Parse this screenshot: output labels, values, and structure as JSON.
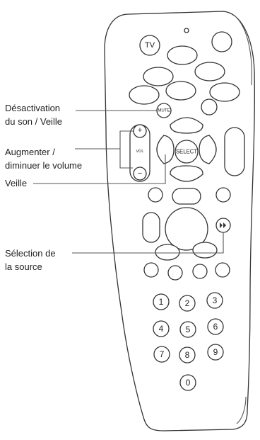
{
  "callouts": {
    "mute": {
      "line1": "Désactivation",
      "line2": "du son / Veille"
    },
    "volume": {
      "line1": "Augmenter /",
      "line2": "diminuer le volume"
    },
    "standby": {
      "line1": "Veille"
    },
    "source": {
      "line1": "Sélection de",
      "line2": "la source"
    }
  },
  "buttons": {
    "tv": "TV",
    "mute": "MUTE",
    "select": "SELECT",
    "vol": "VOL",
    "vol_up": "+",
    "vol_down": "−",
    "fast_forward_icon": "fast-forward-icon",
    "digits": [
      "1",
      "2",
      "3",
      "4",
      "5",
      "6",
      "7",
      "8",
      "9",
      "0"
    ]
  },
  "colors": {
    "outline": "#333333",
    "text": "#222222",
    "background": "#ffffff"
  }
}
